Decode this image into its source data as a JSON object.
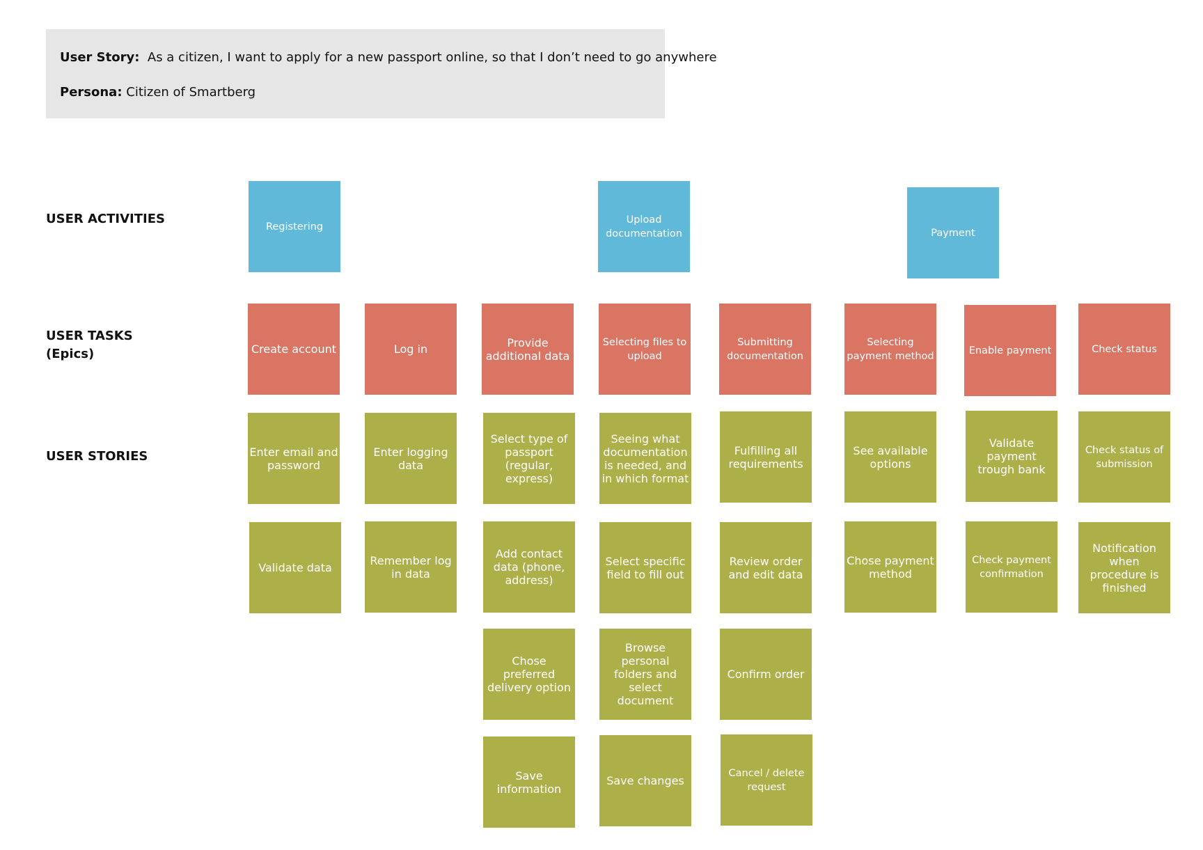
{
  "header": {
    "story_label": "User Story:",
    "story_text": "As a citizen, I want to apply for a new passport online, so that I don’t need to go anywhere",
    "persona_label": "Persona:",
    "persona_text": "Citizen of Smartberg"
  },
  "rows": {
    "activities": "USER ACTIVITIES",
    "tasks_line1": "USER TASKS",
    "tasks_line2": "(Epics)",
    "stories": "USER STORIES"
  },
  "activities": {
    "registering": "Registering",
    "upload": "Upload documentation",
    "payment": "Payment"
  },
  "tasks": {
    "create_account": "Create account",
    "log_in": "Log in",
    "provide_data": "Provide additional data",
    "selecting_files": "Selecting  files to upload",
    "submitting": "Submitting documentation",
    "selecting_payment": "Selecting payment method",
    "enable_payment": "Enable payment",
    "check_status": "Check status"
  },
  "stories": {
    "enter_email": "Enter email and password",
    "validate_data": "Validate data",
    "enter_logging": "Enter logging data",
    "remember_login": "Remember log in data",
    "select_type": "Select type of passport (regular, express)",
    "add_contact": "Add contact data (phone, address)",
    "chose_delivery": "Chose preferred delivery option",
    "save_information": "Save information",
    "seeing_documentation": "Seeing what documentation is needed, and in which format",
    "select_field": "Select specific field to fill out",
    "browse_folders": "Browse personal folders and select document",
    "save_changes": "Save changes",
    "fulfilling": "Fulfilling all requirements",
    "review_order": "Review order and edit data",
    "confirm_order": "Confirm order",
    "cancel_request": "Cancel / delete request",
    "see_options": "See available options",
    "chose_payment": "Chose payment method",
    "validate_payment": "Validate payment trough bank",
    "check_confirmation": "Check payment confirmation",
    "check_submission": "Check status of submission",
    "notification": "Notification when procedure is finished"
  },
  "colors": {
    "activity": "#61b9d9",
    "task": "#d97562",
    "story": "#adaf48",
    "header_bg": "#e6e6e6"
  }
}
